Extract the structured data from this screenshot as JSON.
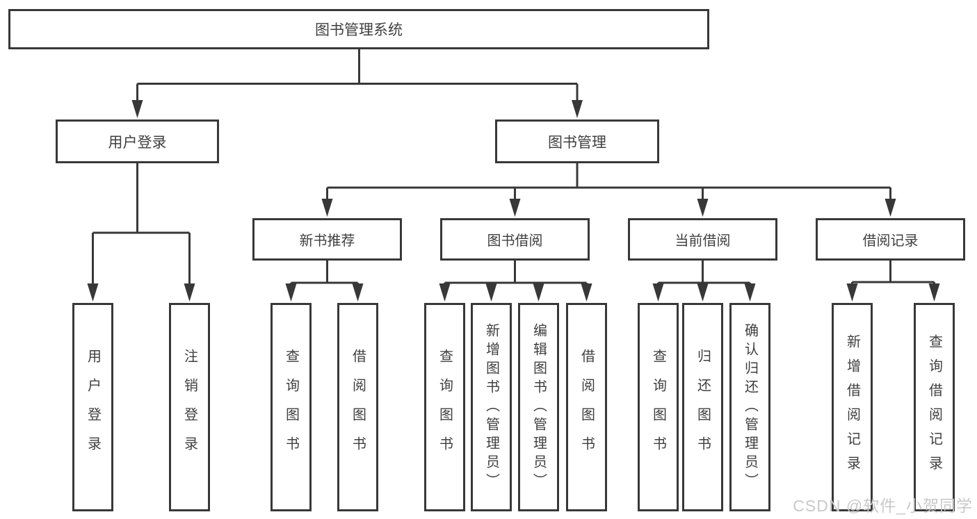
{
  "tree": {
    "root": {
      "label": "图书管理系统"
    },
    "branches": [
      {
        "label": "用户登录",
        "children": [
          {
            "label": "用户登录"
          },
          {
            "label": "注销登录"
          }
        ]
      },
      {
        "label": "图书管理",
        "children": [
          {
            "label": "新书推荐",
            "children": [
              {
                "label": "查询图书"
              },
              {
                "label": "借阅图书"
              }
            ]
          },
          {
            "label": "图书借阅",
            "children": [
              {
                "label": "查询图书"
              },
              {
                "label": "新增图书（管理员）"
              },
              {
                "label": "编辑图书（管理员）"
              },
              {
                "label": "借阅图书"
              }
            ]
          },
          {
            "label": "当前借阅",
            "children": [
              {
                "label": "查询图书"
              },
              {
                "label": "归还图书"
              },
              {
                "label": "确认归还（管理员）"
              }
            ]
          },
          {
            "label": "借阅记录",
            "children": [
              {
                "label": "新增借阅记录"
              },
              {
                "label": "查询借阅记录"
              }
            ]
          }
        ]
      }
    ]
  },
  "watermark": {
    "text": "CSDN @软件_小贺同学"
  },
  "colors": {
    "background": "#ffffff",
    "line": "#383838",
    "box_border": "#383838",
    "text": "#3f3f3f",
    "watermark": "#c9c9c9"
  }
}
